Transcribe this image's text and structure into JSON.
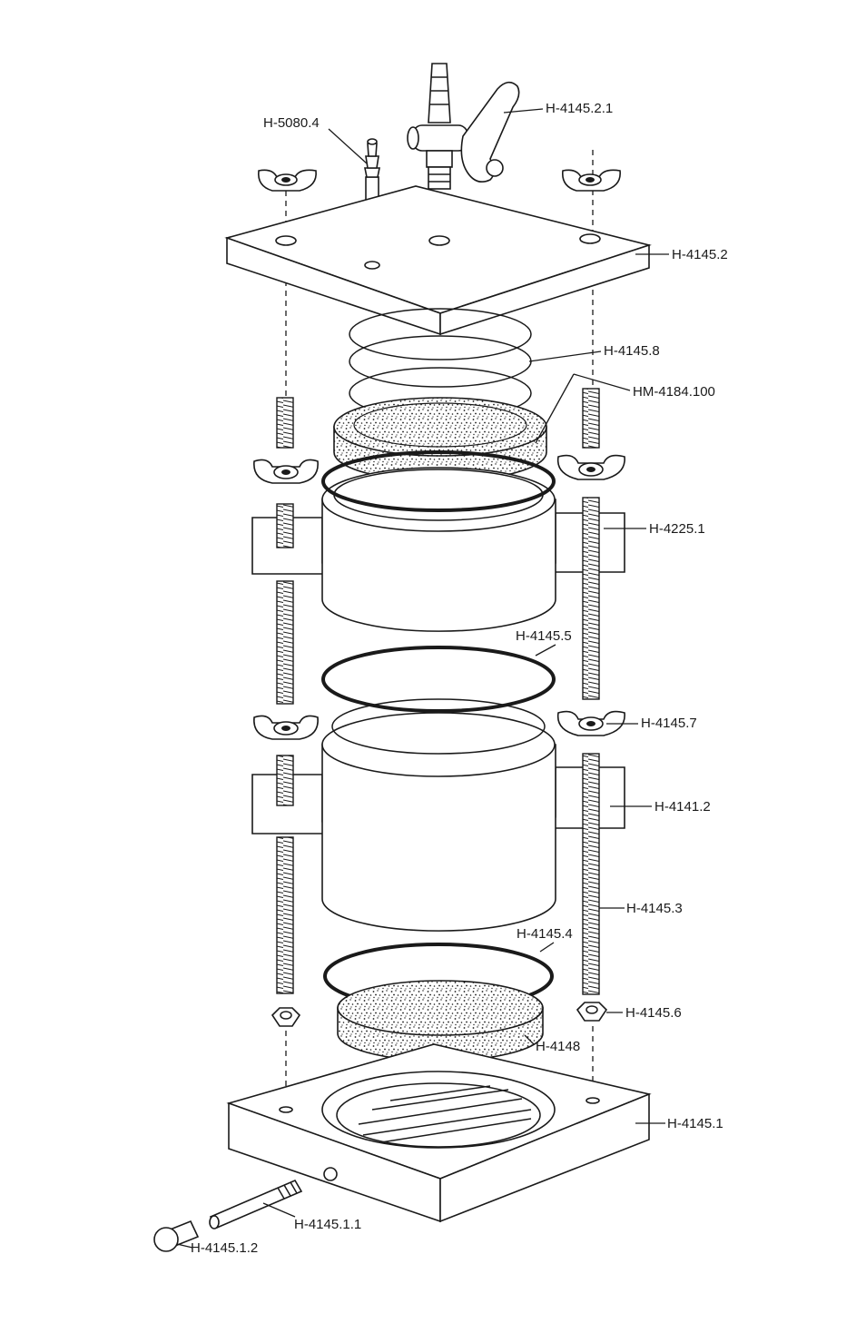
{
  "labels": {
    "H_5080_4": "H-5080.4",
    "H_4145_2_1": "H-4145.2.1",
    "H_4145_2": "H-4145.2",
    "H_4145_8": "H-4145.8",
    "HM_4184_100": "HM-4184.100",
    "H_4225_1": "H-4225.1",
    "H_4145_5": "H-4145.5",
    "H_4145_7": "H-4145.7",
    "H_4141_2": "H-4141.2",
    "H_4145_3": "H-4145.3",
    "H_4145_4": "H-4145.4",
    "H_4145_6": "H-4145.6",
    "H_4148": "H-4148",
    "H_4145_1": "H-4145.1",
    "H_4145_1_1": "H-4145.1.1",
    "H_4145_1_2": "H-4145.1.2"
  }
}
